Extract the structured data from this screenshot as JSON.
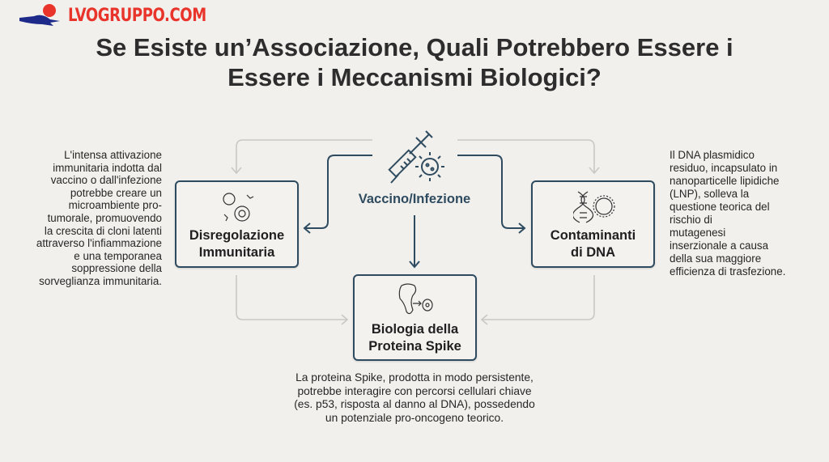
{
  "logo": {
    "text": "LVOGRUPPO.COM"
  },
  "title": {
    "line1": "Se Esiste un’Associazione, Quali Potrebbero Essere i",
    "line2": "Essere i Meccanismi Biologici?"
  },
  "colors": {
    "background": "#f1f0ec",
    "box_border": "#2f4b60",
    "arrow_dark": "#2f4b60",
    "arrow_light": "#c8c8c4",
    "logo": "#e8342a"
  },
  "center": {
    "label": "Vaccino/Infezione",
    "icon": "syringe-virus-icon"
  },
  "boxes": {
    "immune": {
      "line1": "Disregolazione",
      "line2": "Immunitaria",
      "icon": "immune-cells-icon"
    },
    "dna": {
      "line1": "Contaminanti",
      "line2": "di DNA",
      "icon": "dna-lnp-icon"
    },
    "spike": {
      "line1": "Biologia della",
      "line2": "Proteina Spike",
      "icon": "spike-cell-icon"
    }
  },
  "descriptions": {
    "immune": [
      "L'intensa attivazione",
      "immunitaria indotta dal",
      "vaccino o dall'infezione",
      "potrebbe creare un",
      "microambiente pro-",
      "tumorale, promuovendo",
      "la crescita di cloni latenti",
      "attraverso l'infiammazione",
      "e una temporanea",
      "soppressione della",
      "sorveglianza immunitaria."
    ],
    "dna": [
      "Il DNA plasmidico",
      "residuo, incapsulato in",
      "nanoparticelle lipidiche",
      "(LNP), solleva la",
      "questione teorica del",
      "rischio di",
      "mutagenesi",
      "inserzionale a causa",
      "della sua maggiore",
      "efficienza di trasfezione."
    ],
    "spike": [
      "La proteina Spike, prodotta in modo persistente,",
      "potrebbe interagire con percorsi cellulari chiave",
      "(es. p53, risposta al danno al DNA), possedendo",
      "un potenziale pro-oncogeno teorico."
    ]
  }
}
